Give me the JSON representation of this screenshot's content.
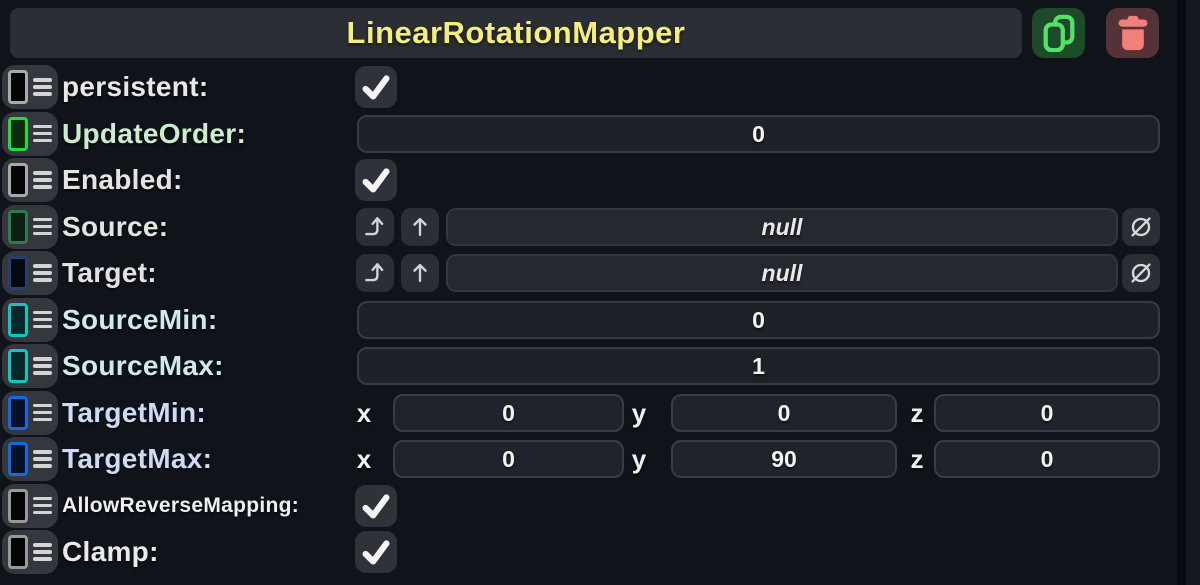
{
  "panel": {
    "title": "LinearRotationMapper",
    "title_color": "#f3ee7e",
    "header_bg": "#2b2e35",
    "background": "#11131b",
    "actions": {
      "duplicate": {
        "icon": "copy-icon",
        "icon_color": "#55e169",
        "bg": "#1d4a28"
      },
      "delete": {
        "icon": "trash-icon",
        "icon_color": "#f28079",
        "bg": "#553138"
      }
    }
  },
  "rows": [
    {
      "label": "persistent:",
      "type": "checkbox",
      "checked": true,
      "label_color": "#e8e8e6",
      "slot_border": "#a8a8a8",
      "slot_fill": "#050505"
    },
    {
      "label": "UpdateOrder:",
      "type": "number-field",
      "value": "0",
      "label_color": "#cbeccd",
      "slot_border": "#25d943",
      "slot_fill": "#0a2c12"
    },
    {
      "label": "Enabled:",
      "type": "checkbox",
      "checked": true,
      "label_color": "#e4e4e0",
      "slot_border": "#a8a8a8",
      "slot_fill": "#050505"
    },
    {
      "label": "Source:",
      "type": "reference",
      "value": "null",
      "buttons": [
        "redirect-arrow",
        "up-arrow",
        "clear-null"
      ],
      "label_color": "#dfe7df",
      "slot_border": "#2c7a4e",
      "slot_fill": "#0c1f12"
    },
    {
      "label": "Target:",
      "type": "reference",
      "value": "null",
      "buttons": [
        "redirect-arrow",
        "up-arrow",
        "clear-null"
      ],
      "label_color": "#e2e2e2",
      "slot_border": "#25406e",
      "slot_fill": "#04080f"
    },
    {
      "label": "SourceMin:",
      "type": "number-field",
      "value": "0",
      "label_color": "#d0e9ea",
      "slot_border": "#14c4c0",
      "slot_fill": "#06262a"
    },
    {
      "label": "SourceMax:",
      "type": "number-field",
      "value": "1",
      "label_color": "#d0e9ea",
      "slot_border": "#14c4c0",
      "slot_fill": "#06262a"
    },
    {
      "label": "TargetMin:",
      "type": "vector3",
      "axes": [
        {
          "axis": "x",
          "value": "0"
        },
        {
          "axis": "y",
          "value": "0"
        },
        {
          "axis": "z",
          "value": "0"
        }
      ],
      "label_color": "#cddcf2",
      "slot_border": "#1668dd",
      "slot_fill": "#061129"
    },
    {
      "label": "TargetMax:",
      "type": "vector3",
      "axes": [
        {
          "axis": "x",
          "value": "0"
        },
        {
          "axis": "y",
          "value": "90"
        },
        {
          "axis": "z",
          "value": "0"
        }
      ],
      "label_color": "#cddcf2",
      "slot_border": "#1668dd",
      "slot_fill": "#061129"
    },
    {
      "label": "AllowReverseMapping:",
      "type": "checkbox",
      "checked": true,
      "small_label": true,
      "label_color": "#eef0f2",
      "slot_border": "#989898",
      "slot_fill": "#050505"
    },
    {
      "label": "Clamp:",
      "type": "checkbox",
      "checked": true,
      "label_color": "#eaeae8",
      "slot_border": "#989898",
      "slot_fill": "#050505"
    }
  ]
}
